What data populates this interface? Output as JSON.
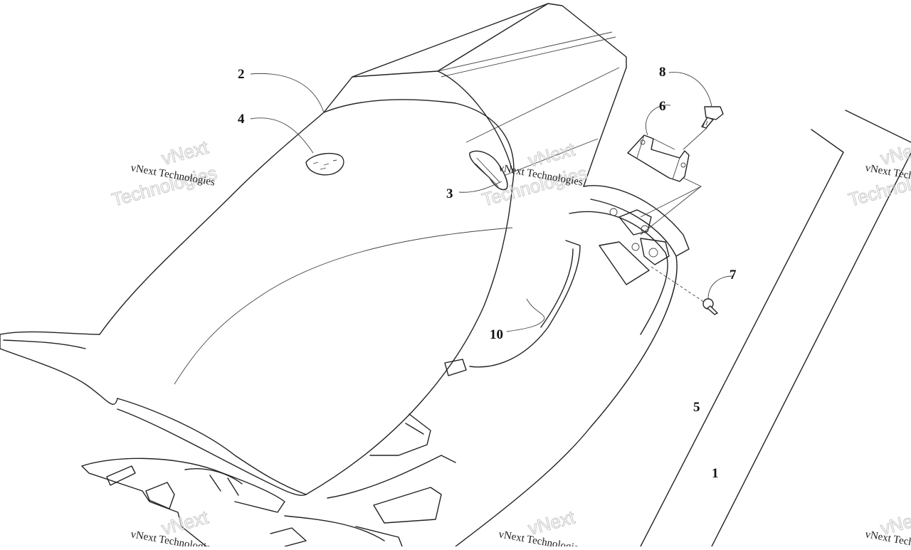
{
  "callouts": [
    {
      "id": "1",
      "label": "1"
    },
    {
      "id": "2",
      "label": "2"
    },
    {
      "id": "3",
      "label": "3"
    },
    {
      "id": "4",
      "label": "4"
    },
    {
      "id": "5",
      "label": "5"
    },
    {
      "id": "6",
      "label": "6"
    },
    {
      "id": "7",
      "label": "7"
    },
    {
      "id": "8",
      "label": "8"
    },
    {
      "id": "10",
      "label": "10"
    }
  ],
  "watermark": {
    "brand": "vNext Technologies",
    "big_top": "vNext",
    "big_bottom": "Technologies"
  }
}
